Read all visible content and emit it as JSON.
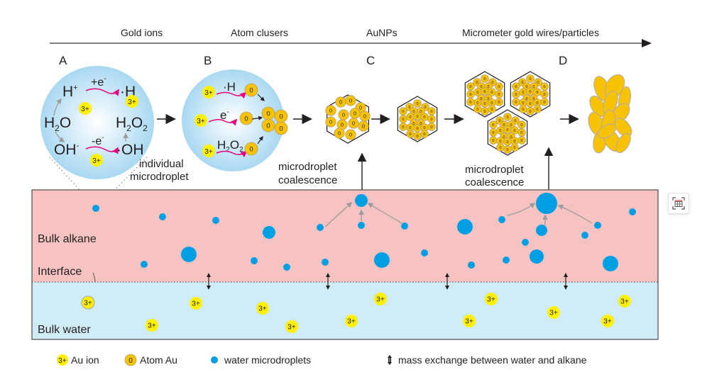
{
  "timeline": {
    "stages": [
      "Gold ions",
      "Atom  clusers",
      "AuNPs",
      "Micrometer gold wires/particles"
    ]
  },
  "panels": {
    "A": "A",
    "B": "B",
    "C": "C",
    "D": "D"
  },
  "panel_a": {
    "h_plus": "H",
    "h_plus_sup": "+",
    "plus_e": "+e",
    "e_sup": "-",
    "h_radical": "·H",
    "h2o": "H",
    "h2o_sub": "2",
    "h2o_o": "O",
    "h2o2": "H",
    "h2o2_sub1": "2",
    "h2o2_o": "O",
    "h2o2_sub2": "2",
    "oh_minus": "OH",
    "oh_sup": "-",
    "minus_e": "-e",
    "oh_radical": "·OH",
    "caption_line1": "individual",
    "caption_line2": "microdroplet"
  },
  "panel_b": {
    "h_radical": "·H",
    "electron": "e",
    "electron_sup": "-",
    "h2o2": "H",
    "h2o2_sub1": "2",
    "h2o2_o": "O",
    "h2o2_sub2": "2"
  },
  "coalescence_labels": [
    {
      "line1": "microdroplet",
      "line2": "coalescence"
    },
    {
      "line1": "microdroplet",
      "line2": "coalescence"
    }
  ],
  "regions": {
    "bulk_alkane": "Bulk alkane",
    "interface": "Interface",
    "bulk_water": "Bulk water"
  },
  "symbols": {
    "au_ion": "3+",
    "atom_au": "0"
  },
  "legend": {
    "au_ion": "Au ion",
    "atom_au": "Atom Au",
    "water": "water microdroplets",
    "exchange": "mass exchange between water and alkane"
  },
  "colors": {
    "alkane": "#f6c3c2",
    "water": "#d0ecf9",
    "droplet": "#009fe3",
    "au_ion": "#fff100",
    "atom_au": "#f7c200",
    "arrow_pink": "#e6007e",
    "text": "#231f20"
  },
  "toolbar": {
    "side_button_icon": "table-scan-icon"
  }
}
